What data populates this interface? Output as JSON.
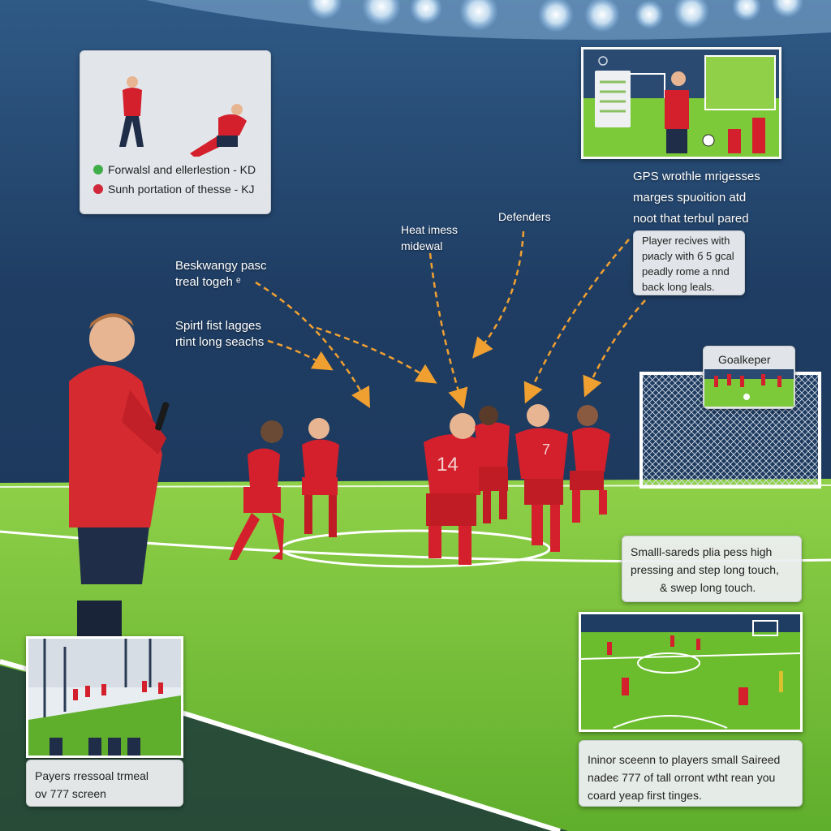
{
  "legend": {
    "items": [
      {
        "label": "Forwalsl and ellerlestion - KD",
        "color": "#3fae49"
      },
      {
        "label": "Sunh portation of thesse - KJ",
        "color": "#d0283a"
      }
    ]
  },
  "top_right_caption": {
    "lines": [
      "GPS wrothle mrigesses",
      "marges spuoition atd",
      "noot that terbul pared"
    ]
  },
  "player_note": {
    "lines": [
      "Player recives with",
      "pиacly with б 5 gcal",
      "peadly rome a nnd",
      "back long leals."
    ]
  },
  "labels": {
    "heat": [
      "Heat imess",
      "midewal"
    ],
    "defenders": [
      "Defenders"
    ],
    "pass": [
      "Beskwangy pasc",
      "treal togeh ᵉ"
    ],
    "sprint": [
      "Spirtl fist lagges",
      "rtint long seachs"
    ]
  },
  "goalkeeper_card": {
    "title": "Goalkeper"
  },
  "pressing_note": {
    "lines": [
      "Smalll-sareds plia pess high",
      "pressing and step long touch,",
      "& swep long touch."
    ]
  },
  "bottom_left_caption": {
    "lines": [
      "Payers rressoal trmeal",
      "ov 777 screen"
    ]
  },
  "bottom_right_caption": {
    "lines": [
      "Ininor sceenn to players small Saireed",
      "nadeє 777 of tall orront wtht rean you",
      "coard yeap first tinges."
    ]
  },
  "jerseys": {
    "center": "14",
    "right": "7"
  },
  "colors": {
    "team_red": "#d4202c",
    "pitch_green": "#7cc93a",
    "stadium_navy": "#1d3a5c",
    "arrow_orange": "#f0a030"
  }
}
